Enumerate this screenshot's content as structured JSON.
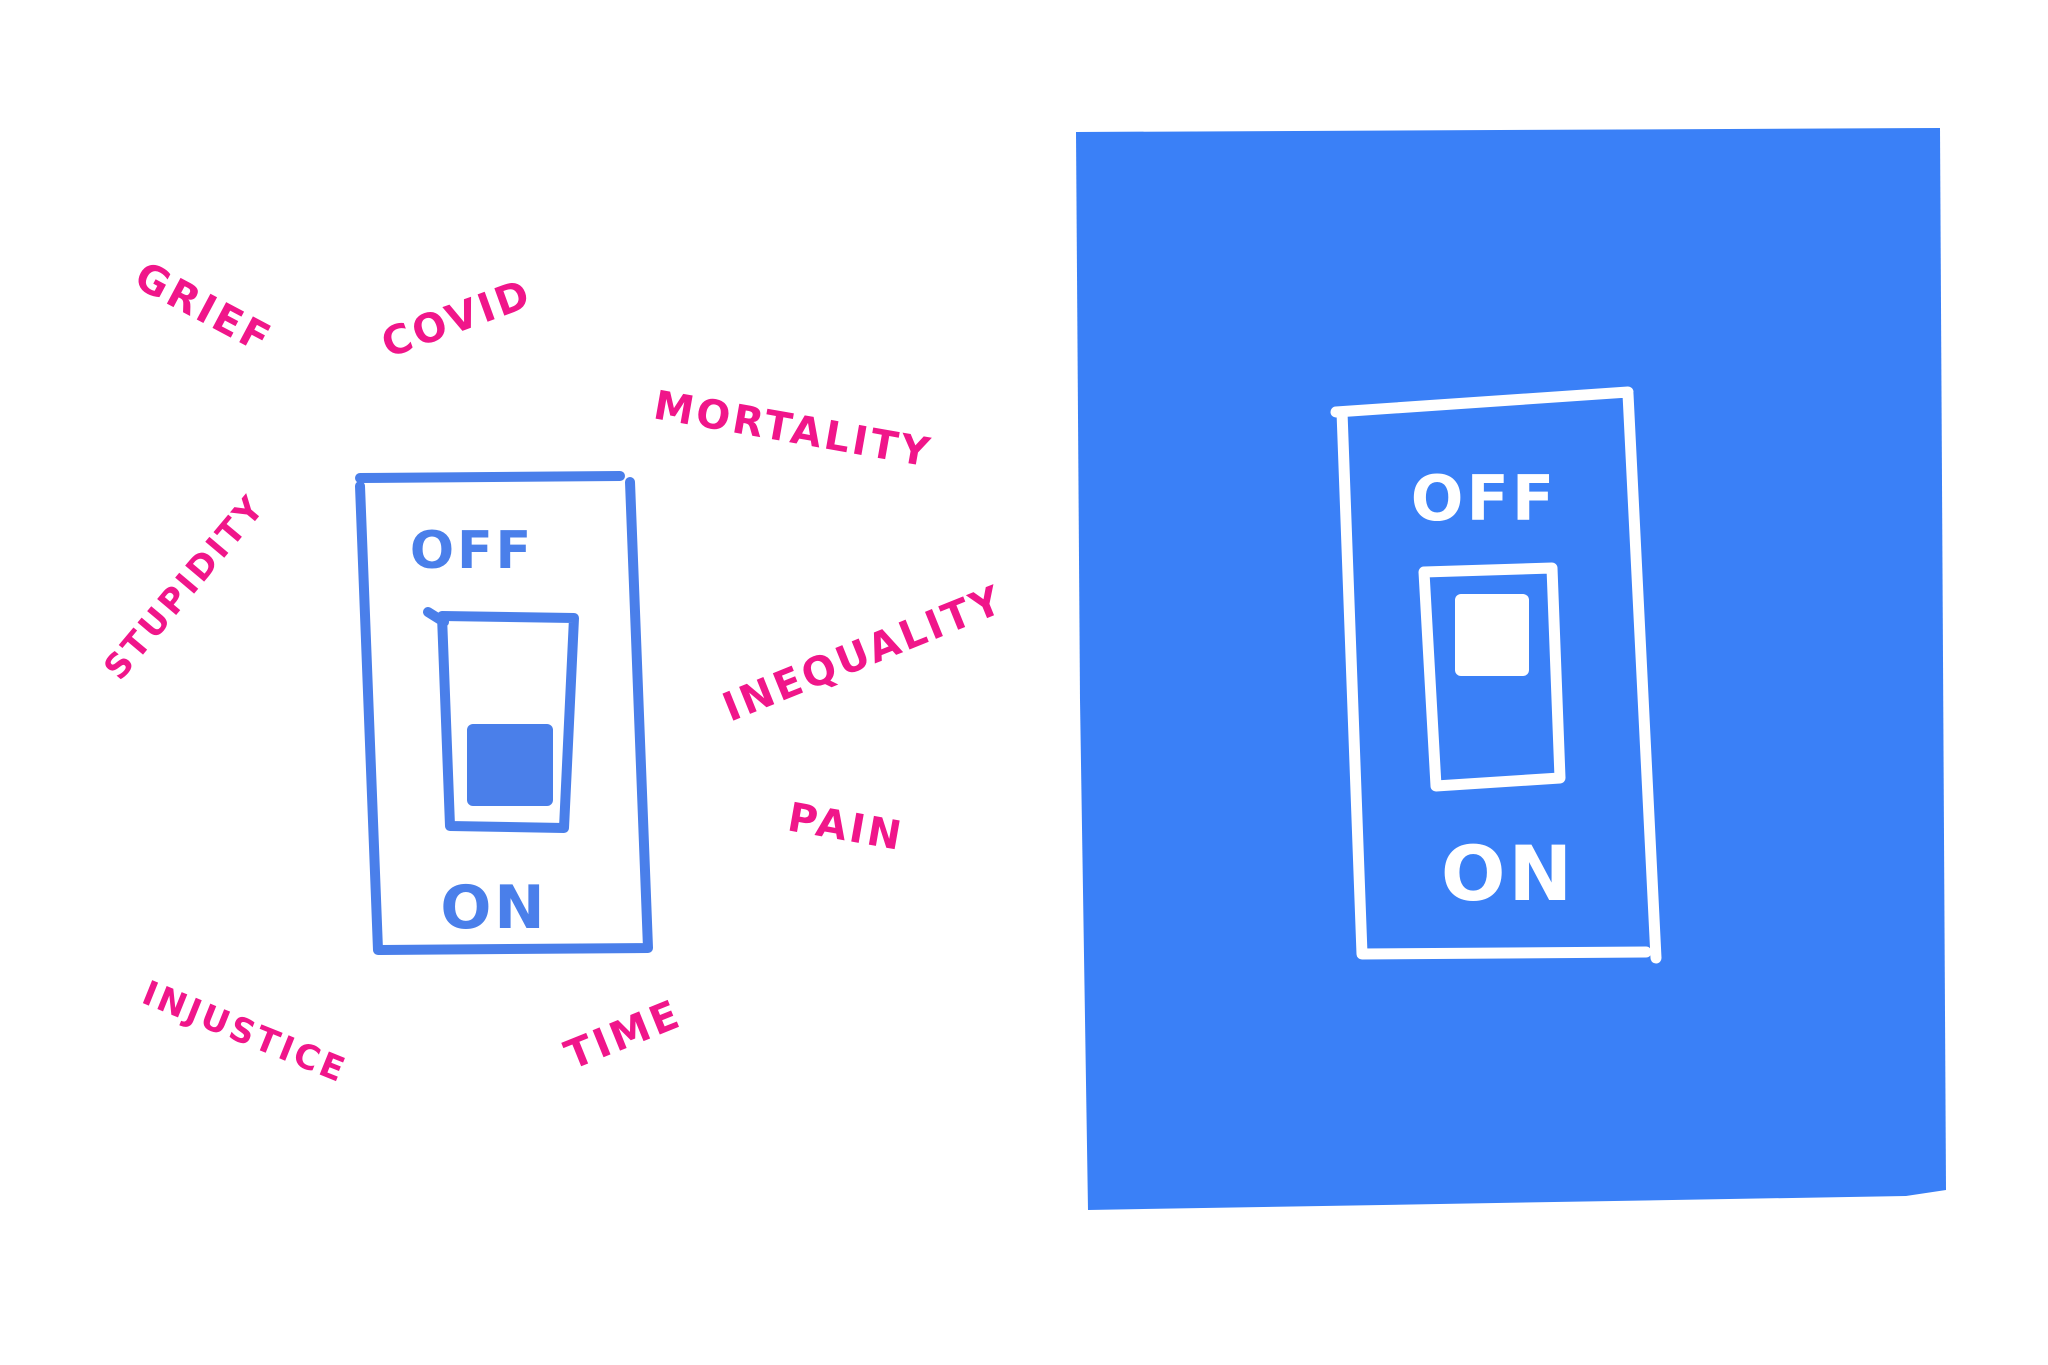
{
  "colors": {
    "background": "#ffffff",
    "switch_blue": "#4a7fea",
    "panel_blue": "#3a80f7",
    "panel_ink": "#ffffff",
    "word_pink": "#f0168a"
  },
  "left_switch": {
    "off_label": "OFF",
    "on_label": "ON",
    "state": "on"
  },
  "right_switch": {
    "off_label": "OFF",
    "on_label": "ON",
    "state": "off"
  },
  "words": {
    "grief": "GRIEF",
    "covid": "COVID",
    "mortality": "MORTALITY",
    "stupidity": "STUPIDITY",
    "inequality": "INEQUALITY",
    "pain": "PAIN",
    "injustice": "INJUSTICE",
    "time": "TIME"
  }
}
